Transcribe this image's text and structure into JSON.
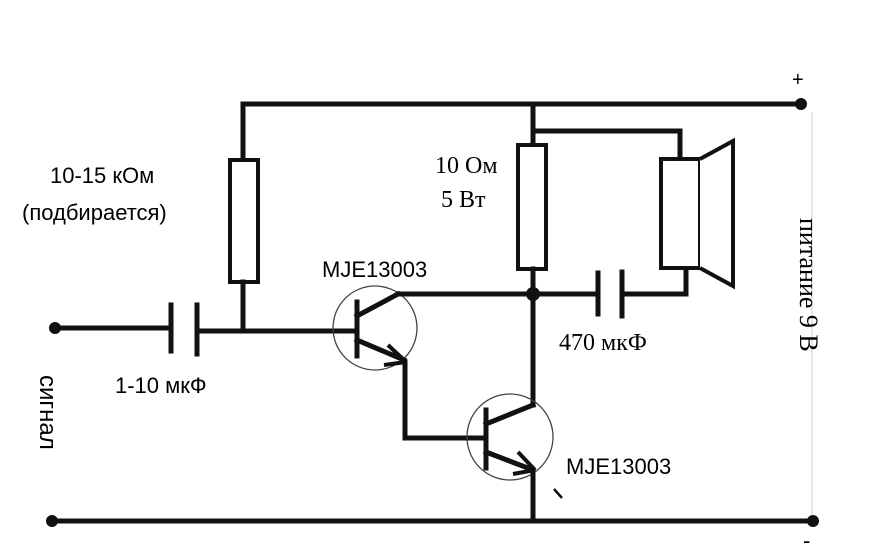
{
  "diagram": {
    "labels": {
      "resistor_base": [
        "10-15 кОм",
        "(подбирается)"
      ],
      "resistor_load": [
        "10 Ом",
        "5 Вт"
      ],
      "input_capacitor": "1-10 мкФ",
      "output_capacitor": "470 мкФ",
      "transistor_top": "MJE13003",
      "transistor_bottom": "MJE13003",
      "signal": "сигнал",
      "power": "питание 9 В",
      "plus": "+",
      "minus": "-"
    }
  }
}
